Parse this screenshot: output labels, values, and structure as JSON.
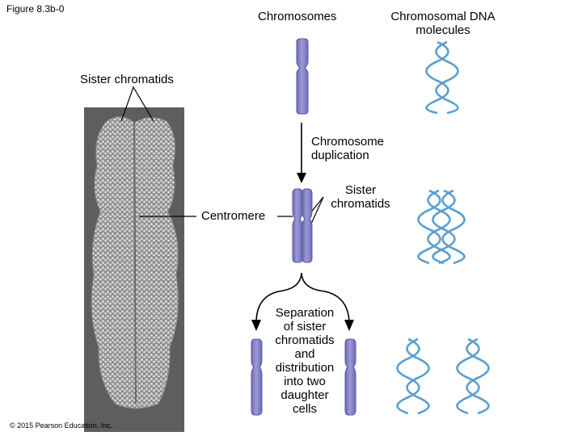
{
  "figure_label": "Figure 8.3b-0",
  "headers": {
    "chromosomes": "Chromosomes",
    "dna_line1": "Chromosomal DNA",
    "dna_line2": "molecules"
  },
  "labels": {
    "sister_chromatids_top": "Sister chromatids",
    "duplication_line1": "Chromosome",
    "duplication_line2": "duplication",
    "centromere": "Centromere",
    "sister_line1": "Sister",
    "sister_line2": "chromatids",
    "separation_lines": [
      "Separation",
      "of sister",
      "chromatids",
      "and",
      "distribution",
      "into two",
      "daughter",
      "cells"
    ]
  },
  "copyright": "© 2015 Pearson Education, Inc.",
  "colors": {
    "chromosome": "#8a87c9",
    "chromosome_edge": "#5b57a0",
    "dna": "#5a9fd0",
    "micrograph": "#a9a9a9",
    "background": "#ffffff"
  }
}
